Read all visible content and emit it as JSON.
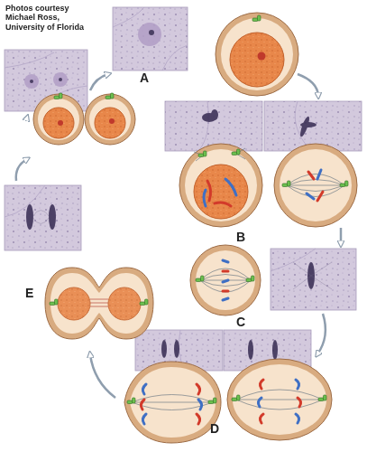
{
  "diagram": {
    "labels": [
      "Photos courtesy Michael Ross, University of Florida",
      "A",
      "B",
      "C",
      "D",
      "E"
    ]
  }
}
